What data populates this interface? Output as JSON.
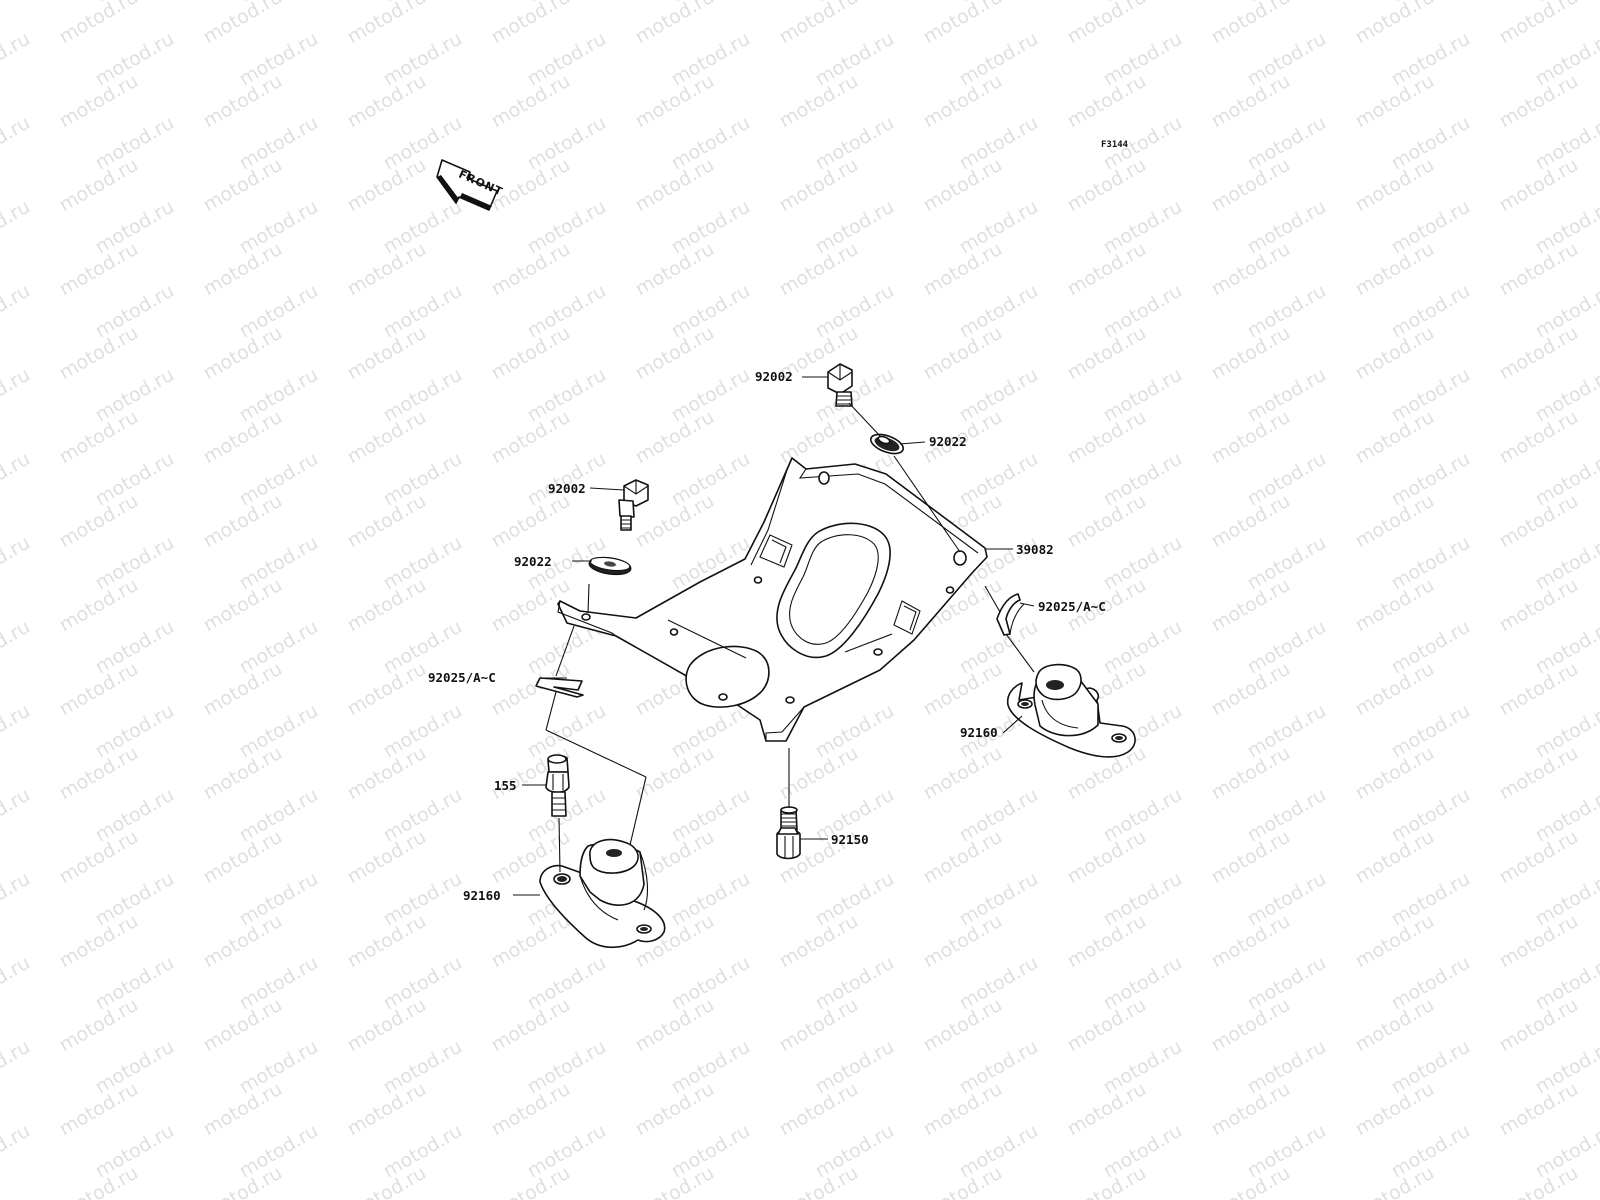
{
  "diagram": {
    "code": "F3144",
    "front_arrow_label": "FRONT",
    "watermark_text": "motod.ru",
    "labels": {
      "bolt_top_right": "92002",
      "washer_top_right": "92022",
      "bolt_left": "92002",
      "washer_left": "92022",
      "plate": "39082",
      "clip_right": "92025/A~C",
      "clip_left": "92025/A~C",
      "mount_right": "92160",
      "bolt_small": "155",
      "bolt_bottom": "92150",
      "mount_left": "92160"
    }
  }
}
